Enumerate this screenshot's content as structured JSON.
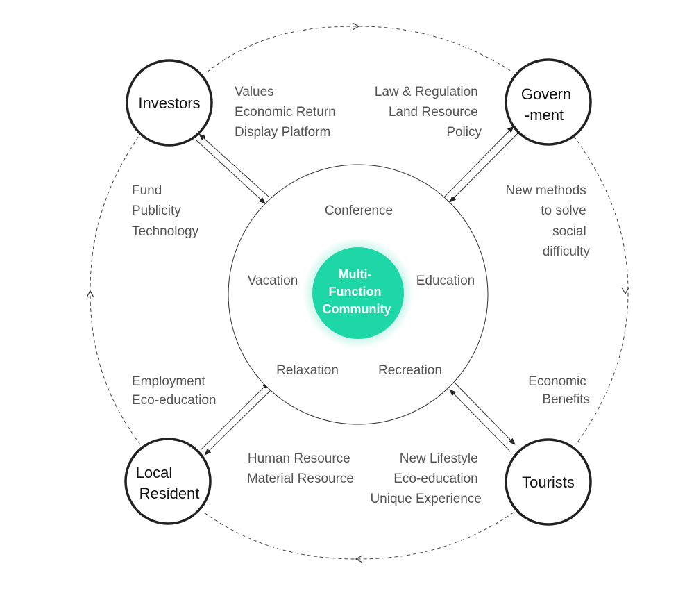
{
  "core": {
    "lines": [
      "Multi-",
      "Function",
      "Community"
    ],
    "color": "#1ed7a6"
  },
  "functions": {
    "conference": "Conference",
    "vacation": "Vacation",
    "education": "Education",
    "relaxation": "Relaxation",
    "recreation": "Recreation"
  },
  "stakeholders": {
    "investors": [
      "Investors"
    ],
    "government": [
      "Govern",
      "-ment"
    ],
    "local_resident": [
      "Local",
      "Resident"
    ],
    "tourists": [
      "Tourists"
    ]
  },
  "labels": {
    "investors_to_community": [
      "Values",
      "Economic Return",
      "Display Platform"
    ],
    "government_to_community": [
      "Law & Regulation",
      "Land Resource",
      "Policy"
    ],
    "investors_contribution": [
      "Fund",
      "Publicity",
      "Technology"
    ],
    "government_benefit": [
      "New methods",
      "to solve",
      "social",
      "difficulty"
    ],
    "resident_benefit": [
      "Employment",
      "Eco-education"
    ],
    "tourists_to_government": [
      "Economic",
      "Benefits"
    ],
    "resident_contribution": [
      "Human Resource",
      "Material Resource"
    ],
    "tourist_gain": [
      "New Lifestyle",
      "Eco-education",
      "Unique Experience"
    ]
  }
}
